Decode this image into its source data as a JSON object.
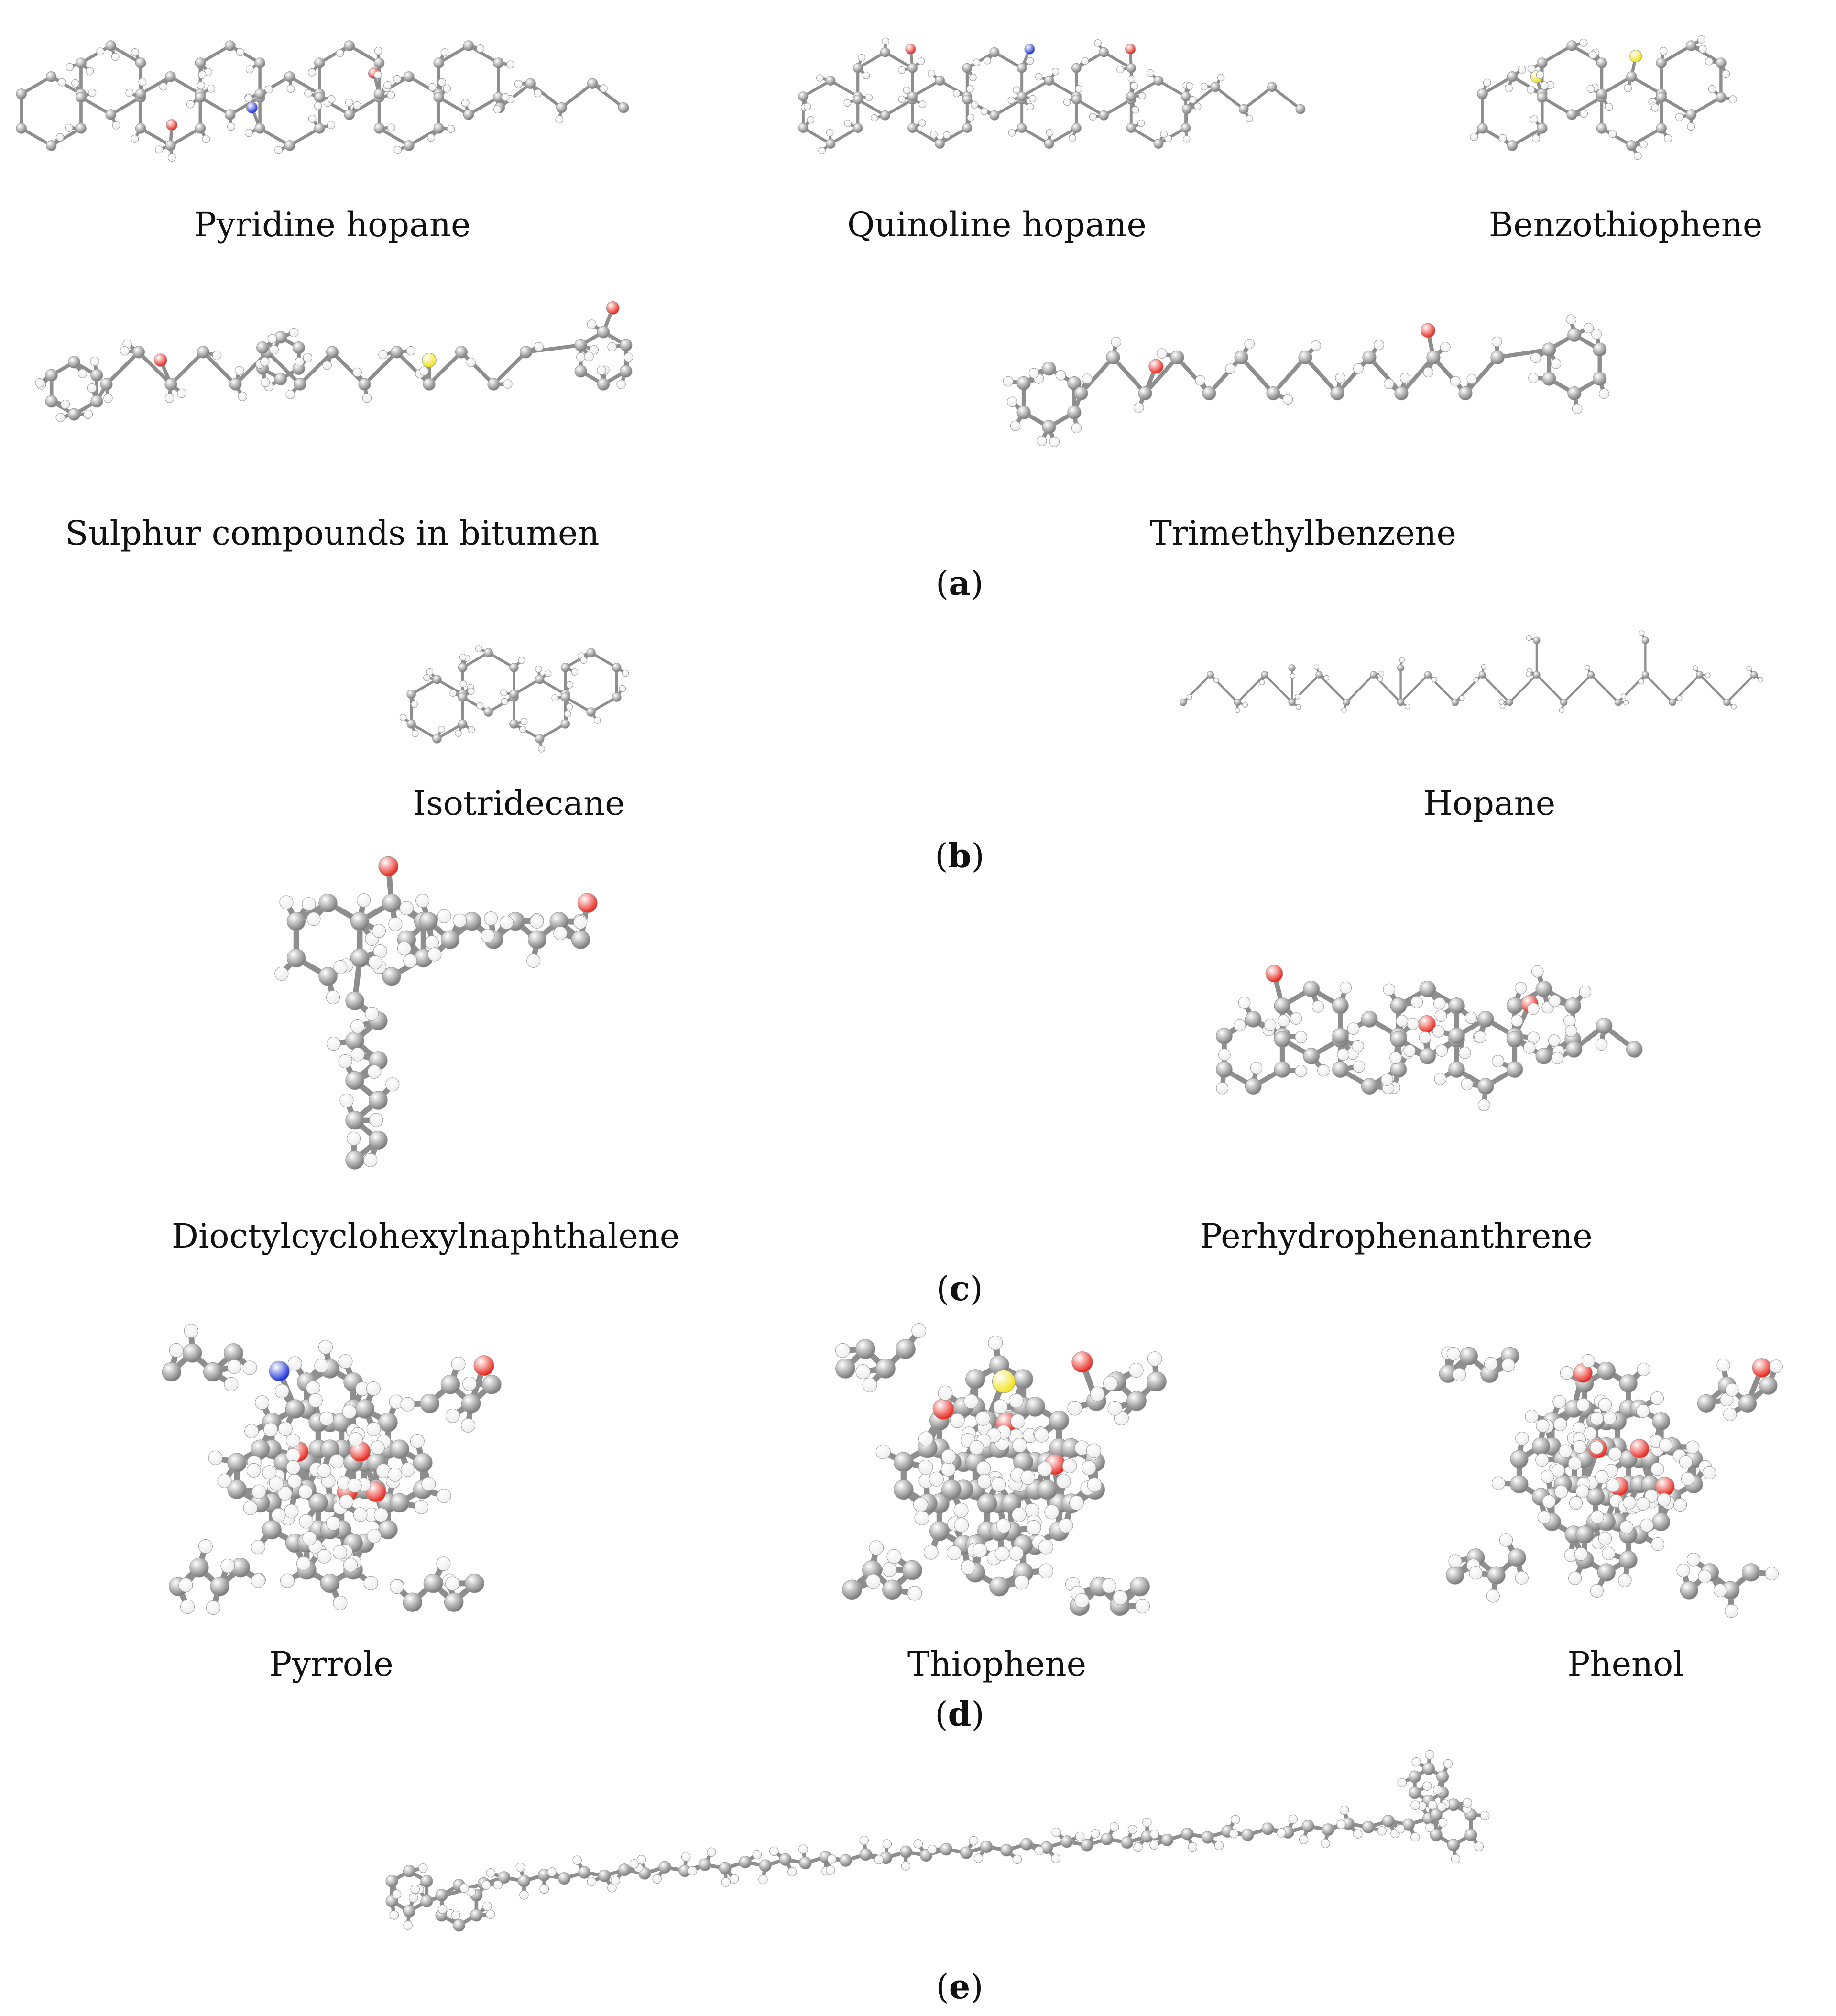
{
  "colors": {
    "carbon": "#7b7b7b",
    "hydrogen": "#eeeeee",
    "oxygen": "#e8261c",
    "nitrogen": "#1a2fd8",
    "sulfur": "#f2e41a",
    "bond": "#8e8e8e"
  },
  "panels": {
    "a": "a",
    "b": "b",
    "c": "c",
    "d": "d",
    "e": "e"
  },
  "molecules": [
    {
      "id": "pyridine-hopane",
      "label": "Pyridine hopane",
      "kind": "fused",
      "rings": 8,
      "hetero": [
        "O",
        "N",
        "O"
      ]
    },
    {
      "id": "quinoline-hopane",
      "label": "Quinoline hopane",
      "kind": "fused",
      "rings": 7,
      "hetero": [
        "O",
        "N",
        "O"
      ]
    },
    {
      "id": "benzothiophene",
      "label": "Benzothiophene",
      "kind": "fused",
      "rings": 4,
      "hetero": [
        "S",
        "S"
      ]
    },
    {
      "id": "sulphur-compounds",
      "label": "Sulphur compounds in bitumen",
      "kind": "chain",
      "rings": 3,
      "hetero": [
        "O",
        "S",
        "O"
      ]
    },
    {
      "id": "trimethylbenzene",
      "label": "Trimethylbenzene",
      "kind": "chain",
      "rings": 2,
      "hetero": [
        "O",
        "O"
      ]
    },
    {
      "id": "isotridecane",
      "label": "Isotridecane",
      "kind": "fused",
      "rings": 4,
      "hetero": []
    },
    {
      "id": "hopane",
      "label": "Hopane",
      "kind": "chain",
      "rings": 0,
      "hetero": []
    },
    {
      "id": "dioctylcyclohexylnaphthalene",
      "label": "Dioctylcyclohexylnaphthalene",
      "kind": "branched",
      "rings": 2,
      "hetero": [
        "O",
        "O"
      ]
    },
    {
      "id": "perhydrophenanthrene",
      "label": "Perhydrophenanthrene",
      "kind": "fused",
      "rings": 6,
      "hetero": [
        "O",
        "O",
        "O"
      ]
    },
    {
      "id": "pyrrole",
      "label": "Pyrrole",
      "kind": "cluster",
      "rings": 9,
      "hetero": [
        "N",
        "O",
        "O",
        "O",
        "O",
        "O"
      ]
    },
    {
      "id": "thiophene",
      "label": "Thiophene",
      "kind": "cluster",
      "rings": 9,
      "hetero": [
        "S",
        "O",
        "O",
        "O",
        "O"
      ]
    },
    {
      "id": "phenol",
      "label": "Phenol",
      "kind": "cluster",
      "rings": 9,
      "hetero": [
        "O",
        "O",
        "O",
        "O",
        "O",
        "O"
      ]
    },
    {
      "id": "long-chain-molecule",
      "label": "",
      "kind": "long",
      "rings": 4,
      "hetero": []
    }
  ]
}
